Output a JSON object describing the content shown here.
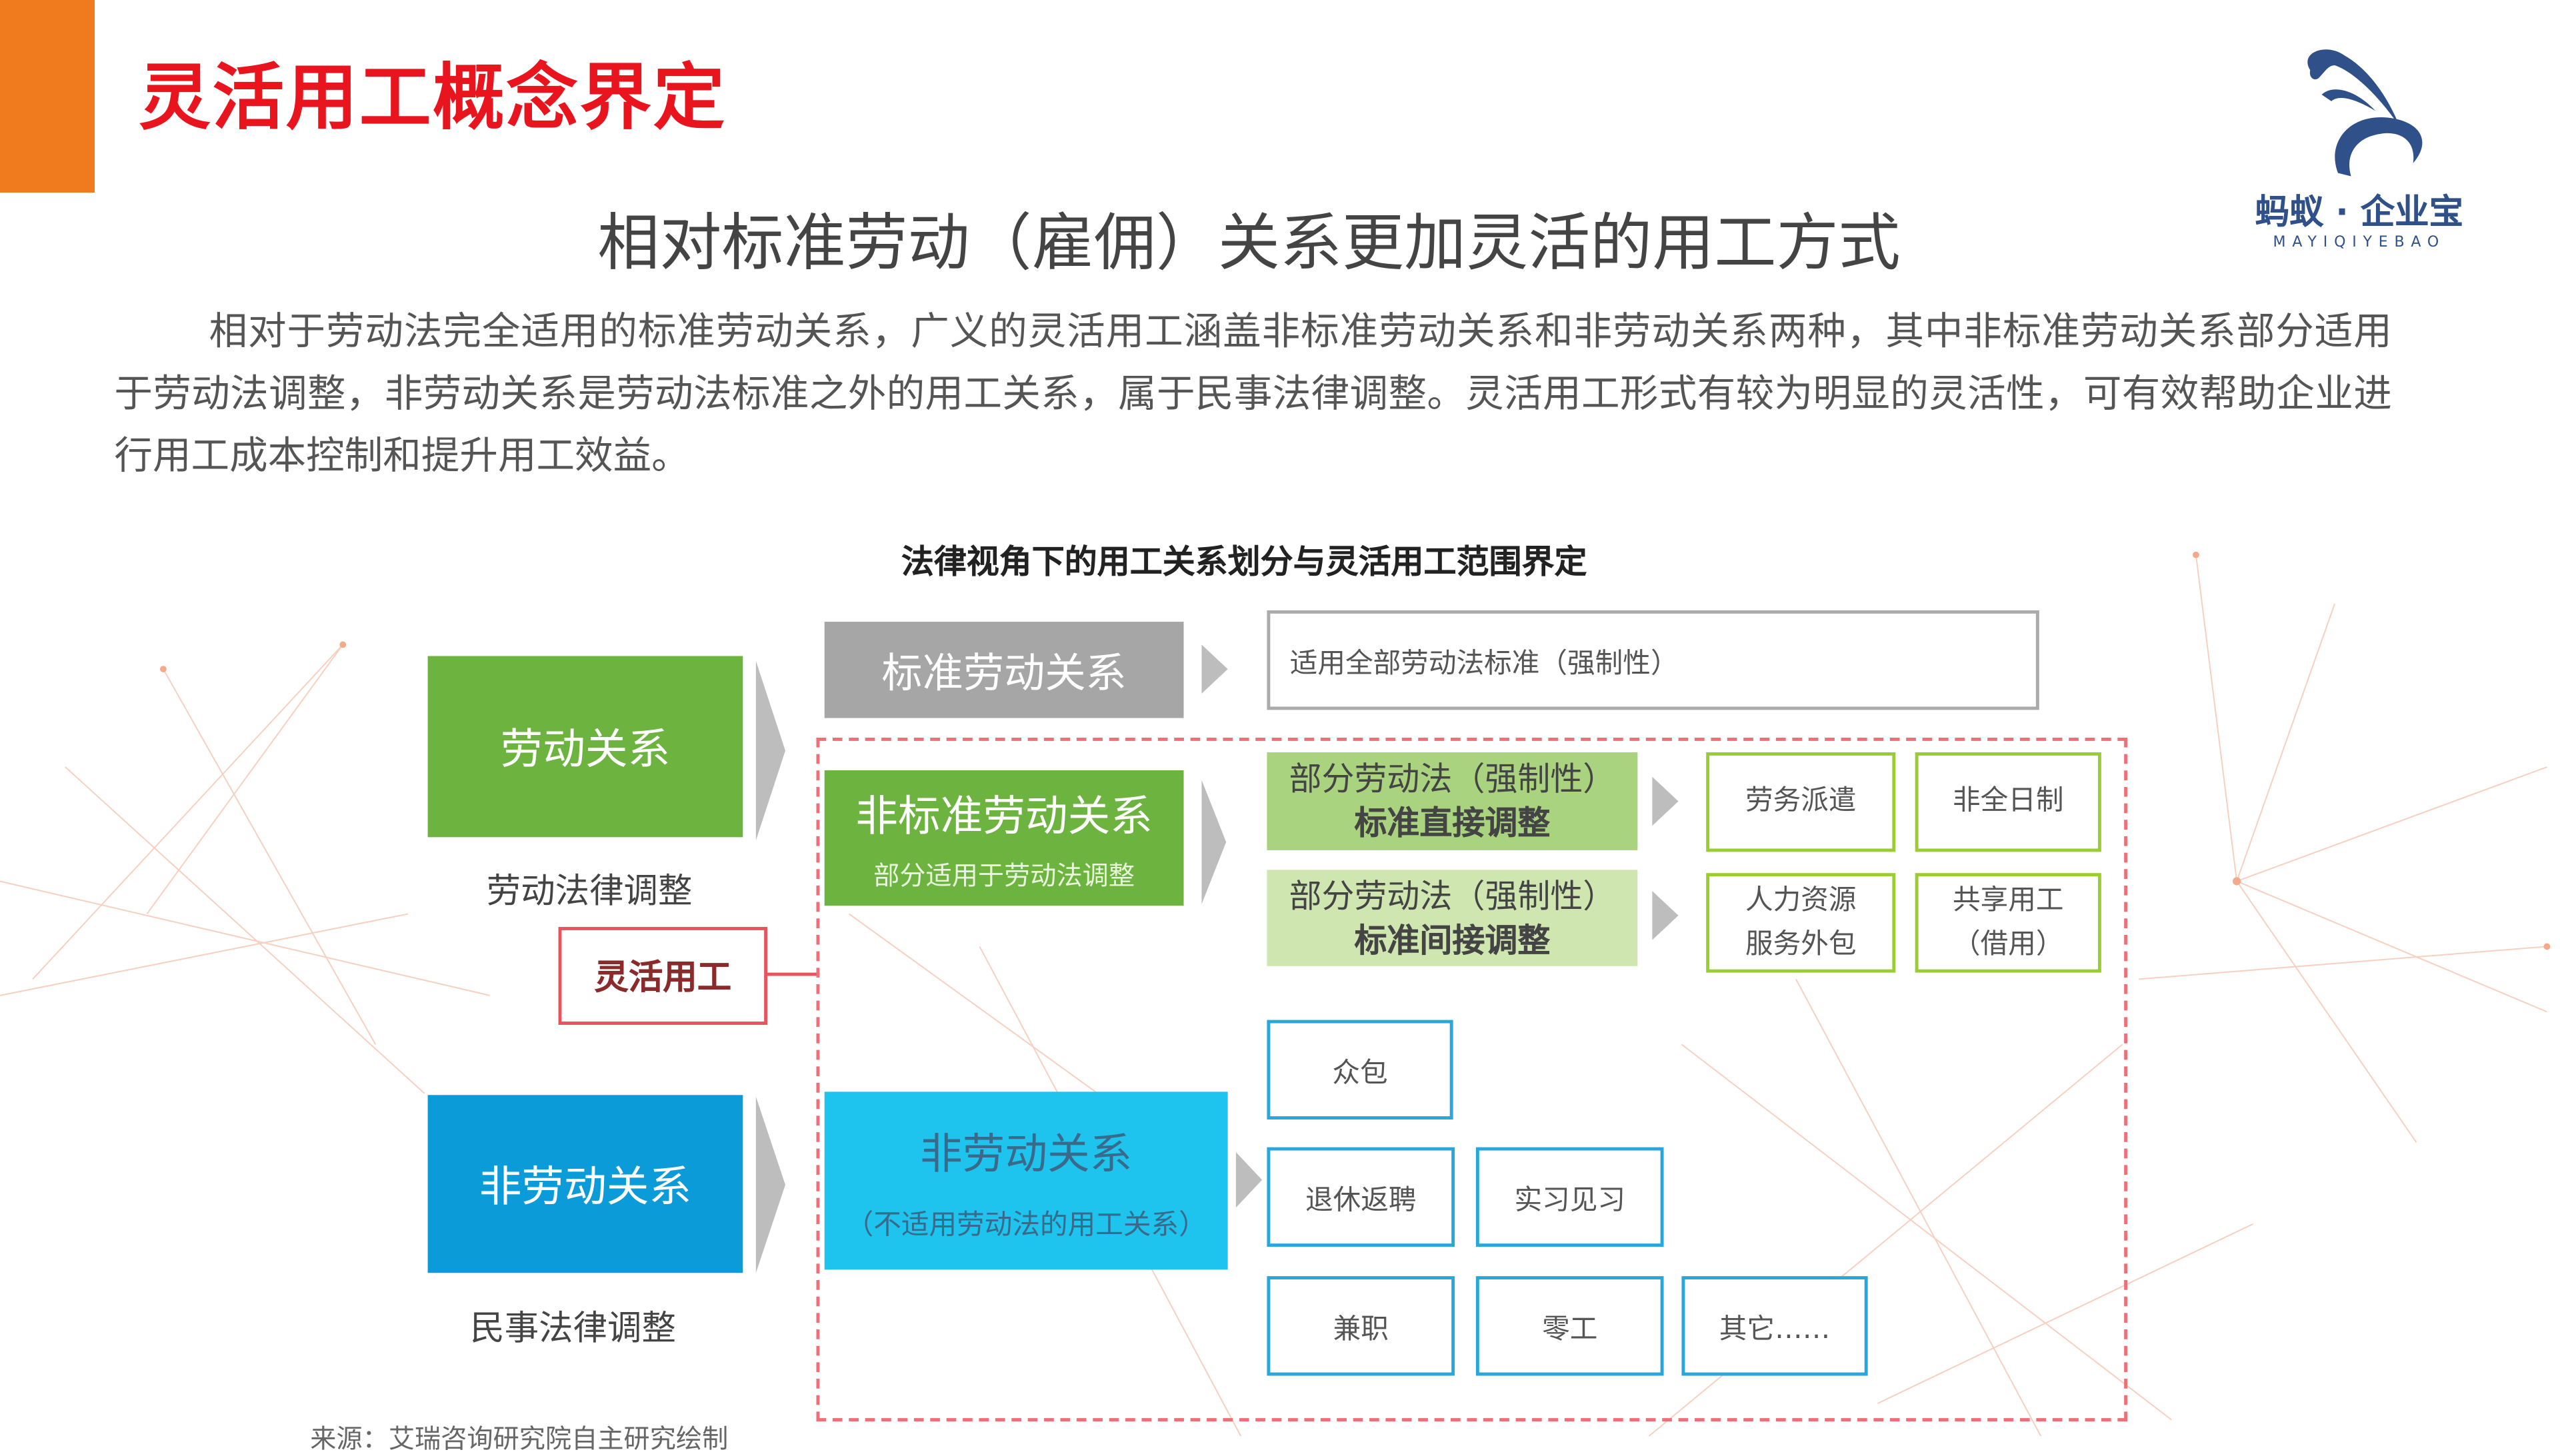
{
  "header": {
    "title": "灵活用工概念界定",
    "subtitle": "相对标准劳动（雇佣）关系更加灵活的用工方式"
  },
  "logo": {
    "name_cn": "蚂蚁 · 企业宝",
    "name_en": "MAYIQIYEBAO",
    "color": "#2F5089"
  },
  "intro": "相对于劳动法完全适用的标准劳动关系，广义的灵活用工涵盖非标准劳动关系和非劳动关系两种，其中非标准劳动关系部分适用于劳动法调整，非劳动关系是劳动法标准之外的用工关系，属于民事法律调整。灵活用工形式有较为明显的灵活性，可有效帮助企业进行用工成本控制和提升用工效益。",
  "diagram": {
    "title": "法律视角下的用工关系划分与灵活用工范围界定",
    "labor_relation": {
      "label": "劳动关系",
      "caption": "劳动法律调整"
    },
    "flexible": {
      "label": "灵活用工"
    },
    "non_labor_relation": {
      "label": "非劳动关系",
      "caption": "民事法律调整"
    },
    "standard": {
      "label": "标准劳动关系",
      "desc": "适用全部劳动法标准（强制性）"
    },
    "non_standard": {
      "label": "非标准劳动关系",
      "sub": "部分适用于劳动法调整",
      "direct": {
        "line1": "部分劳动法（强制性）",
        "line2": "标准直接调整",
        "items": [
          "劳务派遣",
          "非全日制"
        ]
      },
      "indirect": {
        "line1": "部分劳动法（强制性）",
        "line2": "标准间接调整",
        "items": [
          [
            "人力资源",
            "服务外包"
          ],
          [
            "共享用工",
            "（借用）"
          ]
        ]
      }
    },
    "non_labor": {
      "label": "非劳动关系",
      "sub": "（不适用劳动法的用工关系）",
      "items": [
        "众包",
        "退休返聘",
        "实习见习",
        "兼职",
        "零工",
        "其它……"
      ]
    },
    "colors": {
      "green": "#6DB33F",
      "blue": "#0A9BD8",
      "cyan": "#1EC3EE",
      "red": "#E8141E",
      "orange": "#F07A1E"
    }
  },
  "footer": {
    "source": "来源：艾瑞咨询研究院自主研究绘制"
  }
}
